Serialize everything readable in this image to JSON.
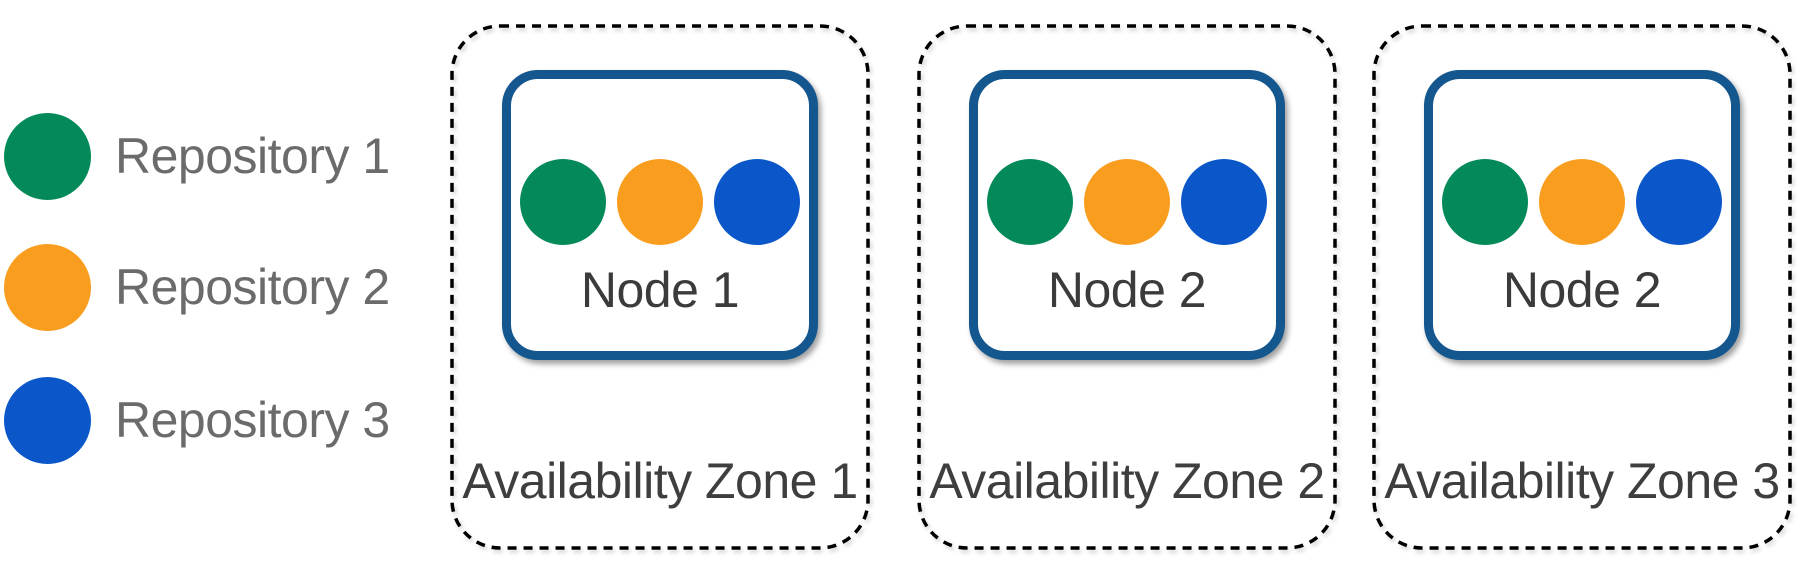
{
  "colors": {
    "background": "#ffffff",
    "repo1": "#048a58",
    "repo2": "#f99d1f",
    "repo3": "#0b57c9",
    "node_border": "#14578f",
    "zone_border": "#000000",
    "node_label": "#3b3b3b",
    "zone_label": "#3e3e3e",
    "legend_label": "#6b6b6b"
  },
  "legend": {
    "items": [
      {
        "label": "Repository 1",
        "color": "#048a58"
      },
      {
        "label": "Repository 2",
        "color": "#f99d1f"
      },
      {
        "label": "Repository 3",
        "color": "#0b57c9"
      }
    ]
  },
  "zones": [
    {
      "label": "Availability Zone 1",
      "node": {
        "label": "Node 1",
        "repositories": [
          {
            "name": "Repository 1",
            "color": "#048a58"
          },
          {
            "name": "Repository 2",
            "color": "#f99d1f"
          },
          {
            "name": "Repository 3",
            "color": "#0b57c9"
          }
        ]
      }
    },
    {
      "label": "Availability Zone 2",
      "node": {
        "label": "Node 2",
        "repositories": [
          {
            "name": "Repository 1",
            "color": "#048a58"
          },
          {
            "name": "Repository 2",
            "color": "#f99d1f"
          },
          {
            "name": "Repository 3",
            "color": "#0b57c9"
          }
        ]
      }
    },
    {
      "label": "Availability Zone 3",
      "node": {
        "label": "Node 2",
        "repositories": [
          {
            "name": "Repository 1",
            "color": "#048a58"
          },
          {
            "name": "Repository 2",
            "color": "#f99d1f"
          },
          {
            "name": "Repository 3",
            "color": "#0b57c9"
          }
        ]
      }
    }
  ]
}
